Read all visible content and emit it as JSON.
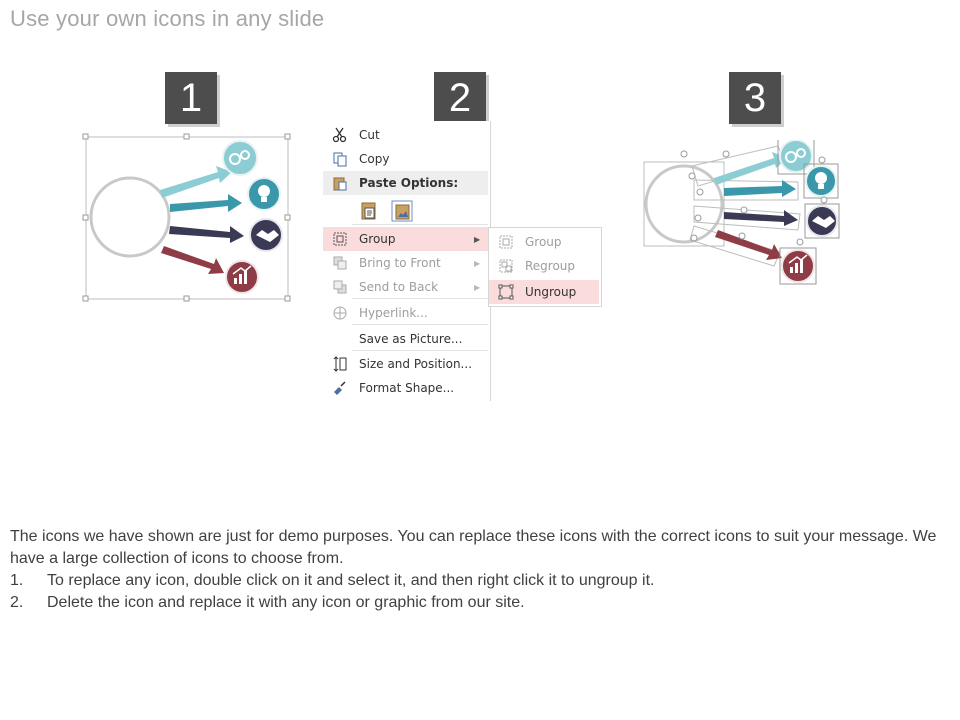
{
  "page": {
    "title": "Use your own icons in any slide"
  },
  "steps": [
    "1",
    "2",
    "3"
  ],
  "colors": {
    "teal_light": "#8ccdd3",
    "teal": "#3b98ab",
    "navy": "#3a3a55",
    "maroon": "#8e3d46",
    "badge": "#4d4d4d",
    "highlight": "#fbdcdc"
  },
  "icons": {
    "step1": [
      "gears-icon",
      "lightbulb-icon",
      "handshake-icon",
      "growth-chart-icon"
    ]
  },
  "context_menu": {
    "items": [
      {
        "label": "Cut",
        "icon": "scissors-icon",
        "state": "normal"
      },
      {
        "label": "Copy",
        "icon": "copy-icon",
        "state": "normal"
      },
      {
        "label": "Paste Options:",
        "icon": "clipboard-icon",
        "state": "header"
      },
      {
        "label": "Group",
        "icon": "group-icon",
        "state": "highlight"
      },
      {
        "label": "Bring to Front",
        "icon": "bring-front-icon",
        "state": "disabled"
      },
      {
        "label": "Send to Back",
        "icon": "send-back-icon",
        "state": "disabled"
      },
      {
        "label": "Hyperlink...",
        "icon": "hyperlink-icon",
        "state": "disabled"
      },
      {
        "label": "Save as Picture...",
        "icon": "",
        "state": "normal"
      },
      {
        "label": "Size and Position...",
        "icon": "size-icon",
        "state": "normal"
      },
      {
        "label": "Format Shape...",
        "icon": "format-shape-icon",
        "state": "normal"
      }
    ]
  },
  "submenu": {
    "items": [
      {
        "label": "Group",
        "state": "disabled"
      },
      {
        "label": "Regroup",
        "state": "disabled"
      },
      {
        "label": "Ungroup",
        "state": "highlight"
      }
    ]
  },
  "description": {
    "intro": "The icons we have shown are just for demo purposes. You can replace these icons with the correct icons to suit your message. We have a large collection of icons to choose from.",
    "steps": [
      {
        "num": "1.",
        "text": "To replace any icon, double click on it and select it, and then right click it to ungroup it."
      },
      {
        "num": "2.",
        "text": "Delete the icon and replace it with any icon or graphic from our site."
      }
    ]
  }
}
